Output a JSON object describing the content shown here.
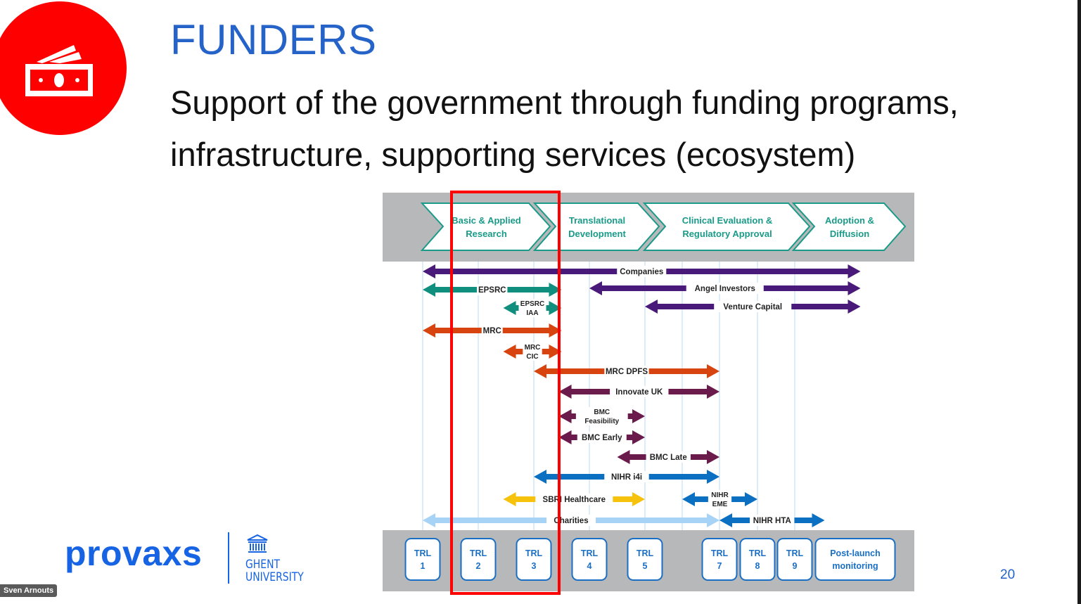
{
  "slide": {
    "title": "FUNDERS",
    "subtitle_line1": "Support of the government through funding programs,",
    "subtitle_line2": "infrastructure, supporting services (ecosystem)",
    "page_number": "20",
    "icon": "money-bills-icon"
  },
  "logos": {
    "provaxs": "provaxs",
    "university_line1": "GHENT",
    "university_line2": "UNIVERSITY"
  },
  "presenter_label": "Sven Arnouts",
  "colors": {
    "accent_blue": "#2563c9",
    "highlight_red": "#ff0000",
    "stage_teal": "#1a9a88"
  },
  "diagram": {
    "stages": [
      {
        "line1": "Basic & Applied",
        "line2": "Research"
      },
      {
        "line1": "Translational",
        "line2": "Development"
      },
      {
        "line1": "Clinical Evaluation &",
        "line2": "Regulatory Approval"
      },
      {
        "line1": "Adoption &",
        "line2": "Diffusion"
      }
    ],
    "trl_boxes": [
      {
        "line1": "TRL",
        "line2": "1",
        "trl": 1
      },
      {
        "line1": "TRL",
        "line2": "2",
        "trl": 2
      },
      {
        "line1": "TRL",
        "line2": "3",
        "trl": 3
      },
      {
        "line1": "TRL",
        "line2": "4",
        "trl": 4
      },
      {
        "line1": "TRL",
        "line2": "5",
        "trl": 5
      },
      {
        "line1": "TRL",
        "line2": "7",
        "trl": 7
      },
      {
        "line1": "TRL",
        "line2": "8",
        "trl": 8
      },
      {
        "line1": "TRL",
        "line2": "9",
        "trl": 9
      },
      {
        "line1": "Post-launch",
        "line2": "monitoring",
        "trl": 10
      }
    ],
    "funders": [
      {
        "label": "Companies",
        "from": 1,
        "to": 10.1,
        "color": "#4a1a7a"
      },
      {
        "label": "EPSRC",
        "from": 1,
        "to": 3.5,
        "color": "#118f7e"
      },
      {
        "label": "Angel Investors",
        "from": 4,
        "to": 10.1,
        "color": "#4a1a7a"
      },
      {
        "label": "EPSRC",
        "label2": "IAA",
        "from": 2.45,
        "to": 3.5,
        "color": "#118f7e"
      },
      {
        "label": "Venture Capital",
        "from": 5,
        "to": 10.1,
        "color": "#4a1a7a"
      },
      {
        "label": "MRC",
        "from": 1,
        "to": 3.5,
        "color": "#d8440f"
      },
      {
        "label": "MRC",
        "label2": "CIC",
        "from": 2.45,
        "to": 3.5,
        "color": "#d8440f"
      },
      {
        "label": "MRC DPFS",
        "from": 3,
        "to": 7,
        "color": "#d8440f"
      },
      {
        "label": "Innovate UK",
        "from": 3.45,
        "to": 7,
        "color": "#6b1a4c"
      },
      {
        "label": "BMC",
        "label2": "Feasibility",
        "from": 3.45,
        "to": 5,
        "color": "#6b1a4c"
      },
      {
        "label": "BMC Early",
        "from": 3.45,
        "to": 5,
        "color": "#6b1a4c"
      },
      {
        "label": "BMC Late",
        "from": 4.5,
        "to": 7,
        "color": "#6b1a4c"
      },
      {
        "label": "NIHR i4i",
        "from": 3,
        "to": 7,
        "color": "#0b6fc2"
      },
      {
        "label": "SBRI Healthcare",
        "from": 2.45,
        "to": 5,
        "color": "#f6c20c"
      },
      {
        "label": "NIHR",
        "label2": "EME",
        "from": 6,
        "to": 8,
        "color": "#0b6fc2"
      },
      {
        "label": "Charities",
        "from": 1,
        "to": 7,
        "color": "#a6d3f6"
      },
      {
        "label": "NIHR HTA",
        "from": 7,
        "to": 9.5,
        "color": "#0b6fc2"
      }
    ]
  }
}
